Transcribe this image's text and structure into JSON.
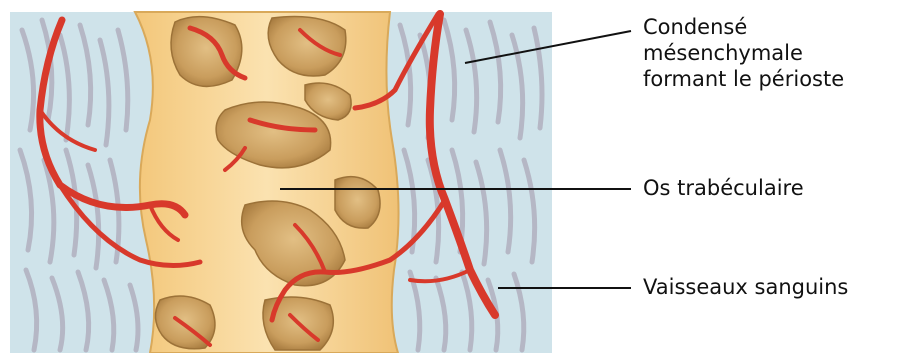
{
  "colors": {
    "background_tissue": "#cfe3ea",
    "mesenchyme_fibers": "#b9b9c6",
    "bone": "#f6d596",
    "bone_cavity": "#c49a5a",
    "blood_vessel": "#d8392b",
    "leader_line": "#111111"
  },
  "labels": {
    "periosteum": [
      "Condensé",
      "mésenchymale",
      "formant le périoste"
    ],
    "trabecular_bone": "Os trabéculaire",
    "blood_vessels": "Vaisseaux sanguins"
  }
}
